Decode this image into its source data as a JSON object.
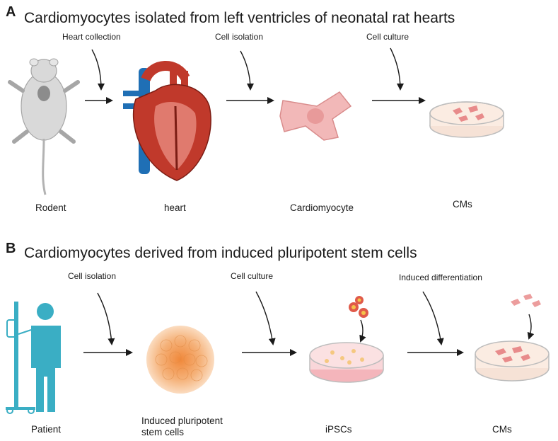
{
  "panel_a": {
    "letter": "A",
    "title": "Cardiomyocytes isolated from left ventricles of neonatal rat hearts",
    "steps": [
      "Heart collection",
      "Cell isolation",
      "Cell culture"
    ],
    "captions": [
      "Rodent",
      "heart",
      "Cardiomyocyte",
      "CMs"
    ]
  },
  "panel_b": {
    "letter": "B",
    "title": "Cardiomyocytes derived from induced pluripotent stem cells",
    "steps": [
      "Cell isolation",
      "Cell culture",
      "Induced differentiation"
    ],
    "captions": [
      "Patient",
      "Induced pluripotent",
      "stem cells",
      "iPSCs",
      "CMs"
    ]
  },
  "colors": {
    "arrow": "#1a1a1a",
    "heart_red": "#c0392b",
    "vessel_blue": "#1f6fb5",
    "cell_pink": "#f2a7a7",
    "dish_fill": "#fbe6dc",
    "ipsc_orange": "#f0a050",
    "patient_teal": "#3aaec4"
  }
}
